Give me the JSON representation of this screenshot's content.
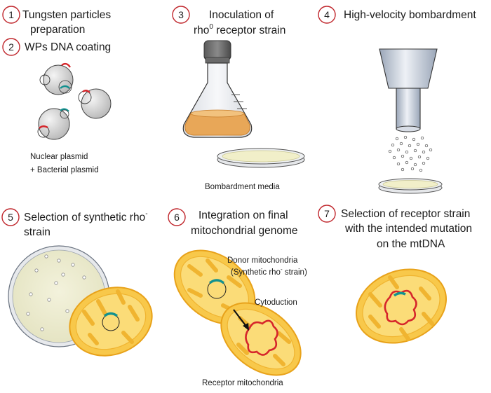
{
  "steps": [
    {
      "num": "1",
      "lines": [
        "Tungsten particles",
        "preparation"
      ]
    },
    {
      "num": "2",
      "lines": [
        "WPs DNA coating"
      ]
    },
    {
      "num": "3",
      "lines": [
        "Inoculation of",
        "rho",
        "0",
        " receptor strain"
      ]
    },
    {
      "num": "4",
      "lines": [
        "High-velocity bombardment"
      ]
    },
    {
      "num": "5",
      "lines": [
        "Selection of synthetic rho",
        "-",
        "strain"
      ]
    },
    {
      "num": "6",
      "lines": [
        "Integration on final",
        "mitochondrial genome"
      ]
    },
    {
      "num": "7",
      "lines": [
        "Selection of receptor strain",
        "with the intended mutation",
        "on the mtDNA"
      ]
    }
  ],
  "labels": {
    "plasmids_line1": "Nuclear plasmid",
    "plasmids_line2": "+ Bacterial plasmid",
    "bombardment_media": "Bombardment media",
    "donor_line1": "Donor mitochondria",
    "donor_line2": "(Synthetic  rho",
    "donor_sup": "-",
    "donor_line2_end": " strain)",
    "cytoduction": "Cytoduction",
    "receptor": "Receptor mitochondria"
  },
  "colors": {
    "number_circle": "#c0272d",
    "mito_fill": "#f8c84a",
    "mito_stroke": "#e8a21a",
    "mito_inner": "#fbdc78",
    "teal": "#12918f",
    "red": "#d6262b",
    "flask_media": "#e8a758",
    "petri_media": "#f1efc9",
    "gray_sphere": "#cfcfcf"
  }
}
